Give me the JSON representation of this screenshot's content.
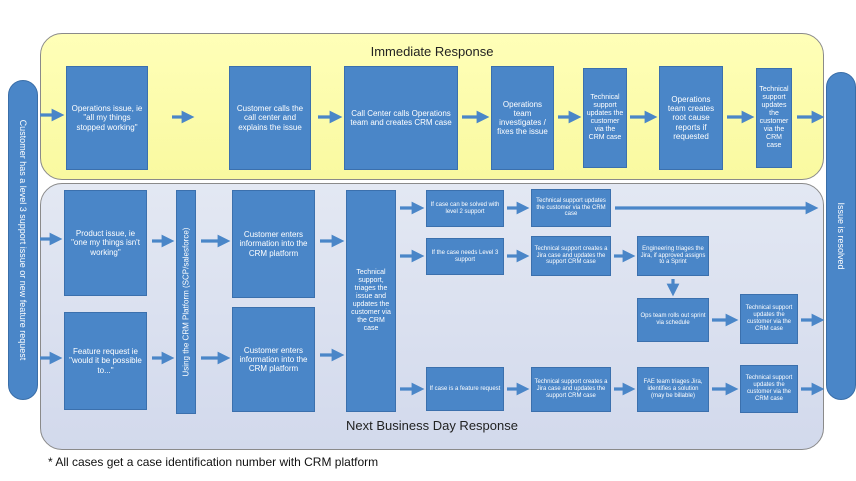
{
  "panels": {
    "immediate": "Immediate Response",
    "next_day": "Next Business Day Response"
  },
  "left_pill": "Customer has a level 3 support issue or new feature request",
  "right_pill": "Issue is resolved",
  "immediate_boxes": [
    "Operations issue, ie \"all my things stopped working\"",
    "Customer calls the call center and explains the issue",
    "Call Center calls Operations team and creates CRM case",
    "Operations team investigates / fixes the issue",
    "Technical support updates the customer via the CRM case",
    "Operations team creates root cause reports if requested",
    "Technical support updates the customer via the CRM case"
  ],
  "next_day": {
    "product_issue": "Product issue, ie \"one my things isn't working\"",
    "feature_request": "Feature request ie \"would it be possible to...\"",
    "platform_bar": "Using the CRM Platform (SCP/salesforce)",
    "enter_info_1": "Customer enters information into the CRM platform",
    "enter_info_2": "Customer enters information into the CRM platform",
    "triage": "Technical support, triages the issue and updates the customer via the CRM case",
    "level2": "If case can be solved with level 2 support",
    "level2_update": "Technical support updates the customer via the CRM case",
    "level3": "If the case needs Level 3 support",
    "jira_level3": "Technical support creates a Jira case and updates the support CRM case",
    "engineering": "Engineering triages the Jira, if approved assigns to a Sprint",
    "ops_rollout": "Ops team rolls out sprint via schedule",
    "rollout_update": "Technical support updates the customer via the CRM case",
    "feature_case": "If case is a feature request",
    "jira_feature": "Technical support creates a Jira case and updates the support CRM case",
    "fae": "FAE team triages Jira, identifies a solution (may be billable)",
    "fae_update": "Technical support updates the customer via the CRM case"
  },
  "footnote": "* All cases get a case identification number with CRM platform"
}
